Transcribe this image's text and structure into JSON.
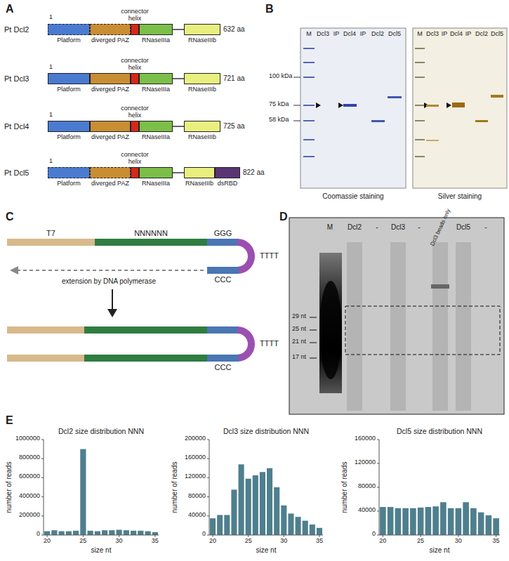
{
  "diagram": {
    "nodes": [
      {
        "text": [
          "Platform"
        ]
      },
      {
        "text": [
          "diverged PAZ"
        ]
      },
      {
        "text": [
          "connector helix"
        ]
      },
      {
        "text": [
          "RNaseIIIa"
        ]
      },
      {
        "text": [
          "RNaseIIIb"
        ]
      },
      {
        "text": [
          "Platform"
        ]
      },
      {
        "text": [
          "diverged PAZ"
        ]
      },
      {
        "text": [
          "connector helix"
        ]
      },
      {
        "text": [
          "RNaseIIIa"
        ]
      },
      {
        "text": [
          "RNaseIIIb"
        ]
      },
      {
        "text": [
          "Platform"
        ]
      },
      {
        "text": [
          "diverged PAZ"
        ]
      },
      {
        "text": [
          "connector helix"
        ]
      },
      {
        "text": [
          "RNaseIIIa"
        ]
      },
      {
        "text": [
          "RNaseIIIb"
        ]
      },
      {
        "text": [
          "Platform"
        ]
      },
      {
        "text": [
          "diverged PAZ"
        ]
      },
      {
        "text": [
          "connector helix"
        ]
      },
      {
        "text": [
          "RNaseIIIa"
        ]
      },
      {
        "text": [
          "RNaseIIIb"
        ]
      },
      {
        "text": [
          "dsRBD"
        ]
      },
      {
        "text": [
          "T7"
        ]
      },
      {
        "text": [
          "NNNNNN"
        ]
      },
      {
        "text": [
          "GGG"
        ]
      },
      {
        "text": [
          "TTTT"
        ]
      },
      {
        "text": [
          "CCC"
        ]
      },
      {
        "text": [
          "TTTT"
        ]
      },
      {
        "text": [
          "CCC"
        ]
      },
      {
        "text": [
          "Dcl2 size distribution NNN"
        ]
      },
      {
        "text": [
          "Dcl3 size distribution NNN"
        ]
      },
      {
        "text": [
          "Dcl5 size distribution NNN"
        ]
      }
    ],
    "labels": [
      "A",
      "B",
      "C",
      "D",
      "E",
      "1",
      "Pt Dcl2",
      "632 aa",
      "1",
      "Pt Dcl3",
      "721 aa",
      "1",
      "Pt Dcl4",
      "725 aa",
      "1",
      "Pt Dcl5",
      "822 aa",
      "M",
      "Dcl3",
      "IP",
      "Dcl4",
      "IP",
      "Dcl2",
      "Dcl5",
      "M",
      "Dcl3",
      "IP",
      "Dcl4",
      "IP",
      "Dcl2",
      "Dcl5",
      "100 kDa",
      "75 kDa",
      "58 kDa",
      "Coomassie staining",
      "Silver staining",
      "extension by DNA polymerase",
      "M",
      "Dcl2",
      "-",
      "Dcl3",
      "-",
      "Dcl3 beads only",
      "Dcl5",
      "-",
      "29 nt",
      "25 nt",
      "21 nt",
      "17 nt",
      "0",
      "200000",
      "400000",
      "600000",
      "800000",
      "1000000",
      "20",
      "25",
      "30",
      "35",
      "size nt",
      "number of reads",
      "0",
      "40000",
      "80000",
      "120000",
      "160000",
      "200000",
      "20",
      "25",
      "30",
      "35",
      "size nt",
      "number of reads",
      "0",
      "40000",
      "80000",
      "120000",
      "160000",
      "20",
      "25",
      "30",
      "35",
      "size nt",
      "number of reads"
    ]
  }
}
